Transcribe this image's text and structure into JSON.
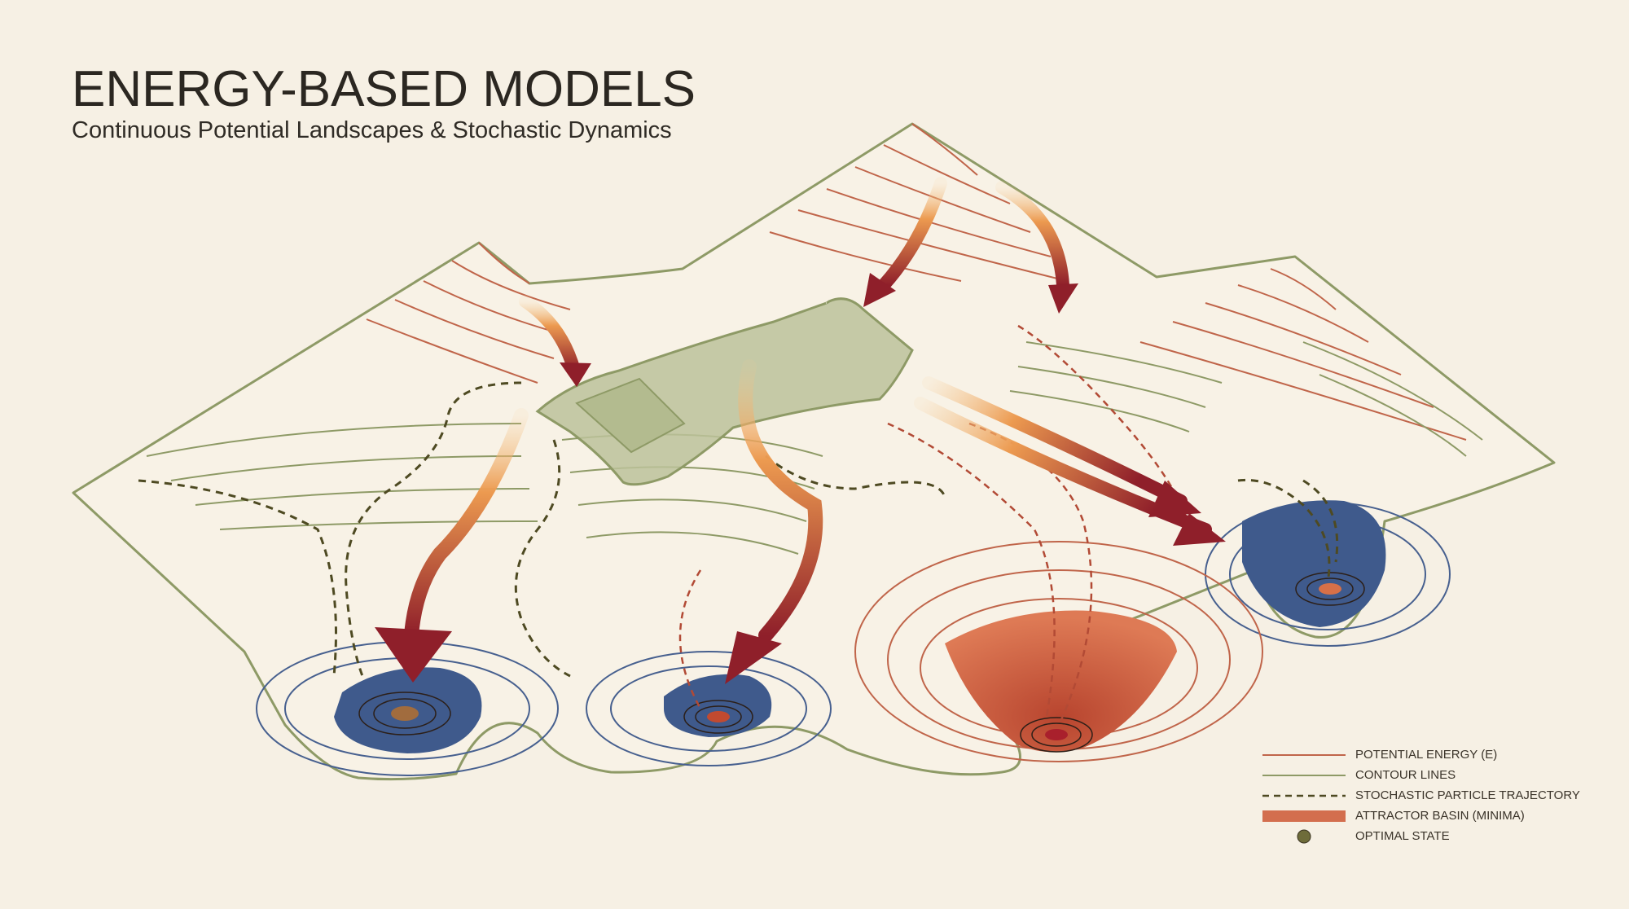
{
  "title": "ENERGY-BASED MODELS",
  "subtitle": "Continuous Potential Landscapes & Stochastic Dynamics",
  "legend": [
    {
      "label": "POTENTIAL ENERGY (E)",
      "key": "line",
      "color": "#c0654a"
    },
    {
      "label": "CONTOUR LINES",
      "key": "line",
      "color": "#8e9a66"
    },
    {
      "label": "STOCHASTIC PARTICLE TRAJECTORY",
      "key": "dashed",
      "color": "#4e4a22"
    },
    {
      "label": "ATTRACTOR BASIN (MINIMA)",
      "key": "band",
      "color": "#d36e4e"
    },
    {
      "label": "OPTIMAL STATE",
      "key": "dot",
      "color": "#6e6c3a"
    }
  ],
  "colors": {
    "background": "#f6f0e4",
    "energy": "#c0654a",
    "contour": "#8e9a66",
    "cool": "#47608f",
    "trajectory": "#4e4a22",
    "arrow_dark": "#8f1f2a",
    "arrow_light": "#f0a055",
    "ridge": "#bcc29a",
    "basin_blue": "#3f5a8c",
    "basin_orange": "#d36e4e"
  }
}
